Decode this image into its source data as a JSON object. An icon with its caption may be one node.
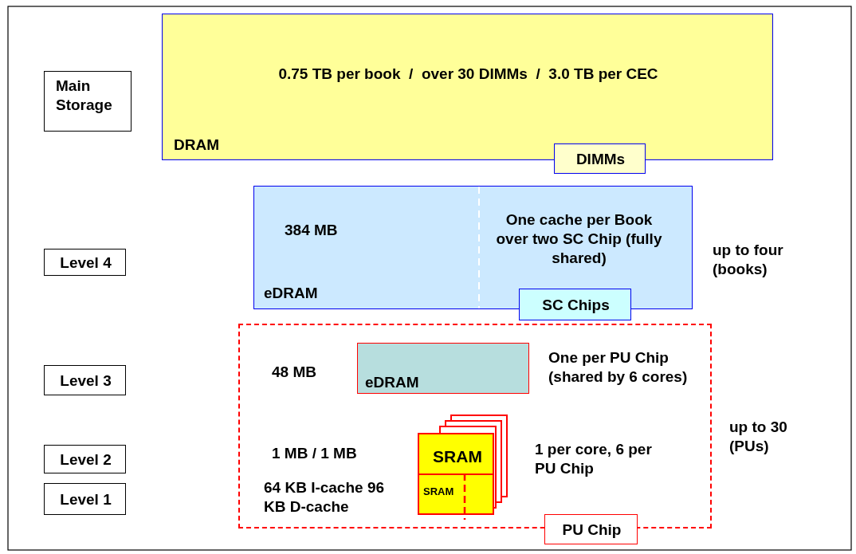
{
  "diagram": {
    "nodes": [
      {
        "text": [
          "Main Storage"
        ]
      },
      {
        "text": [
          "Level 4"
        ]
      },
      {
        "text": [
          "Level 3"
        ]
      },
      {
        "text": [
          "Level 2"
        ]
      },
      {
        "text": [
          "Level 1"
        ]
      },
      {
        "text": [
          "0.75 TB per book  /  over 30 DIMMs  /  3.0 TB per CEC",
          "DRAM"
        ]
      },
      {
        "text": [
          "DIMMs"
        ]
      },
      {
        "text": [
          "384 MB",
          "One cache per Book over two SC Chip (fully shared)",
          "eDRAM"
        ],
        "beside": [
          "up to four (books)"
        ]
      },
      {
        "text": [
          "SC Chips"
        ]
      },
      {
        "text": [
          "48 MB",
          "One per PU Chip (shared by 6 cores)",
          "1 MB / 1 MB",
          "1 per core, 6 per PU Chip",
          "64 KB I-cache 96 KB D-cache"
        ],
        "beside": [
          "up to 30 (PUs)"
        ]
      },
      {
        "text": [
          "eDRAM"
        ],
        "in": 9
      },
      {
        "text": [
          "SRAM"
        ],
        "in": 9
      },
      {
        "text": [
          "SRAM"
        ],
        "in": 9
      },
      {
        "text": [
          "PU Chip"
        ]
      }
    ]
  }
}
